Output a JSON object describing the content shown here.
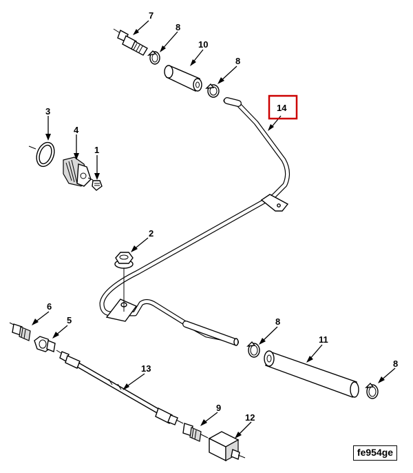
{
  "figure_id": "fe954ge",
  "highlight_color": "#cc0000",
  "callouts": [
    {
      "id": "c1",
      "label": "1"
    },
    {
      "id": "c2",
      "label": "2"
    },
    {
      "id": "c3",
      "label": "3"
    },
    {
      "id": "c4",
      "label": "4"
    },
    {
      "id": "c5",
      "label": "5"
    },
    {
      "id": "c6",
      "label": "6"
    },
    {
      "id": "c7",
      "label": "7"
    },
    {
      "id": "c8a",
      "label": "8"
    },
    {
      "id": "c8b",
      "label": "8"
    },
    {
      "id": "c8c",
      "label": "8"
    },
    {
      "id": "c8d",
      "label": "8"
    },
    {
      "id": "c9",
      "label": "9"
    },
    {
      "id": "c10",
      "label": "10"
    },
    {
      "id": "c11",
      "label": "11"
    },
    {
      "id": "c12",
      "label": "12"
    },
    {
      "id": "c13",
      "label": "13"
    },
    {
      "id": "c14",
      "label": "14",
      "highlighted": true
    }
  ]
}
